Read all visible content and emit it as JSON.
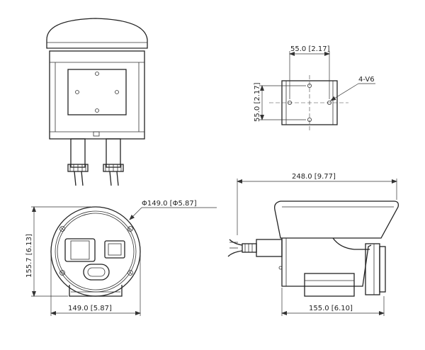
{
  "annotations": {
    "bracket_hole_spacing_h": "55.0 [2.17]",
    "bracket_hole_spacing_v": "55.0 [2.17]",
    "bracket_hole_callout": "4-V6",
    "front_diameter": "Φ149.0 [Φ5.87]",
    "front_height": "155.7 [6.13]",
    "front_width": "149.0 [5.87]",
    "side_total_length": "248.0 [9.77]",
    "side_base_length": "155.0 [6.10]"
  }
}
